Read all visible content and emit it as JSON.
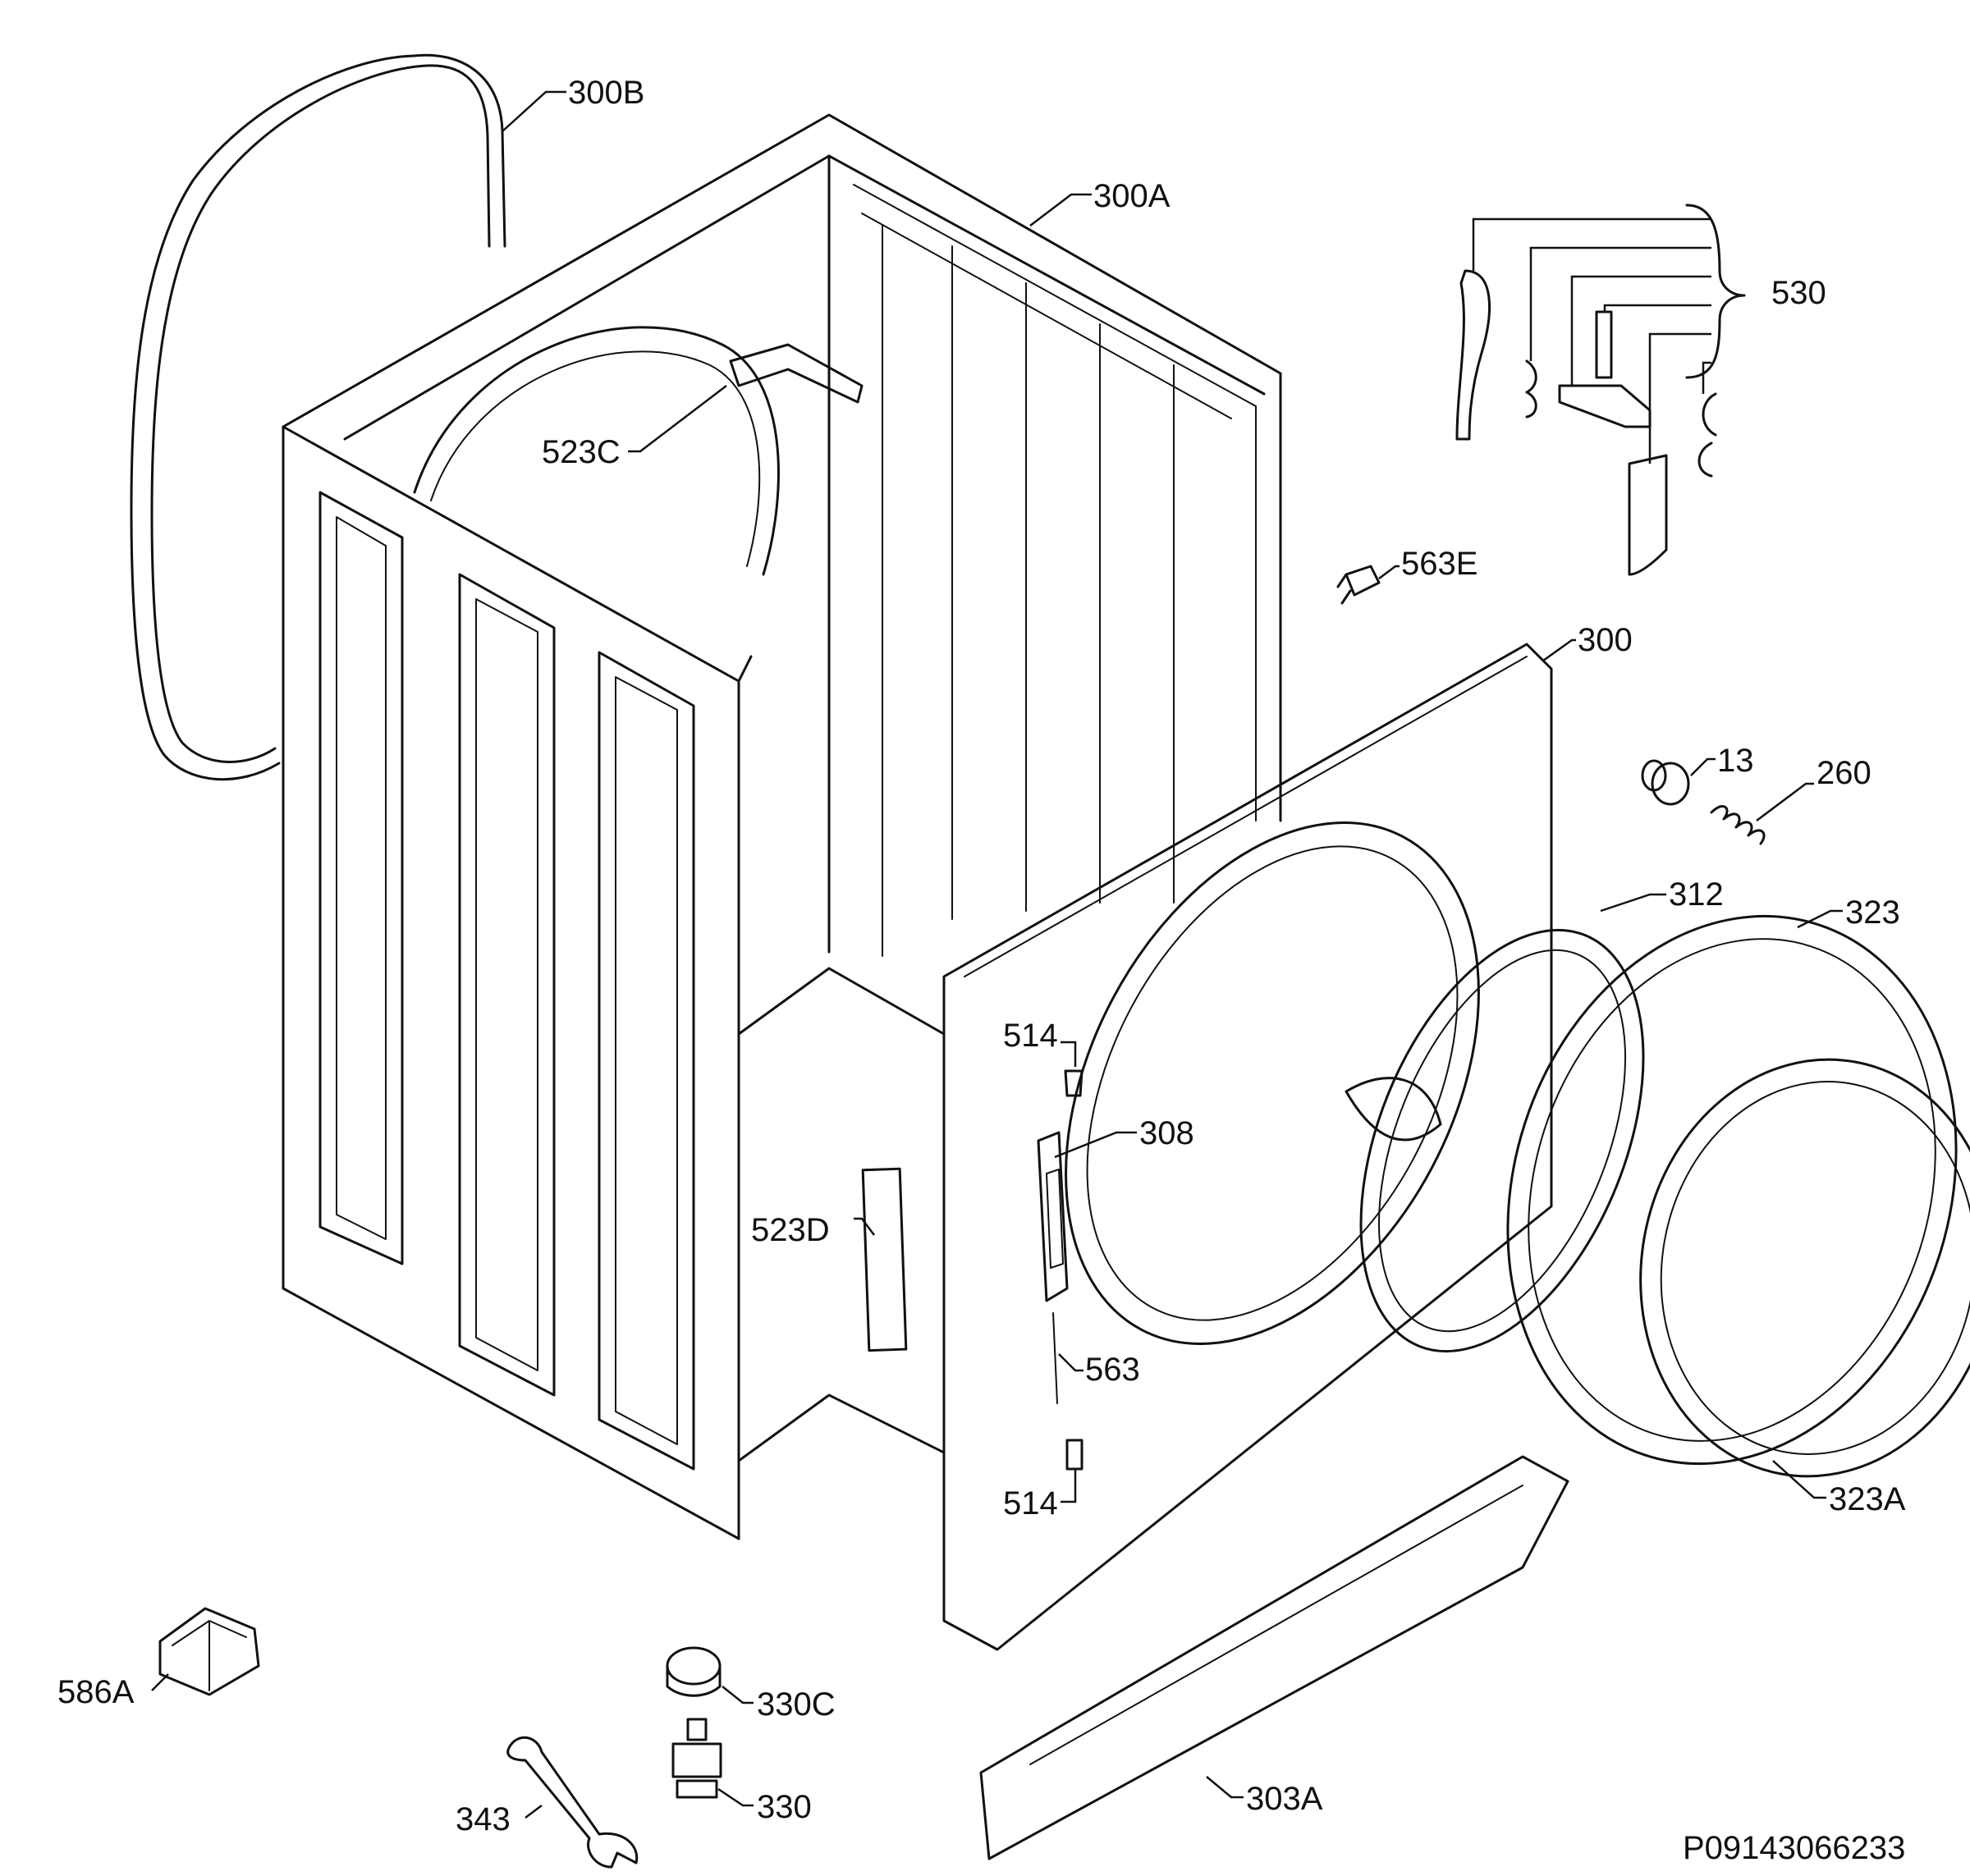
{
  "labels": {
    "l300B": "300B",
    "l300A": "300A",
    "l523C": "523C",
    "l530": "530",
    "l563E": "563E",
    "l300": "300",
    "l13": "13",
    "l260": "260",
    "l312": "312",
    "l323": "323",
    "l514a": "514",
    "l308": "308",
    "l523D": "523D",
    "l563": "563",
    "l514b": "514",
    "l323A": "323A",
    "l586A": "586A",
    "l330C": "330C",
    "l343": "343",
    "l330": "330",
    "l303A": "303A"
  },
  "drawing_code": "P09143066233"
}
